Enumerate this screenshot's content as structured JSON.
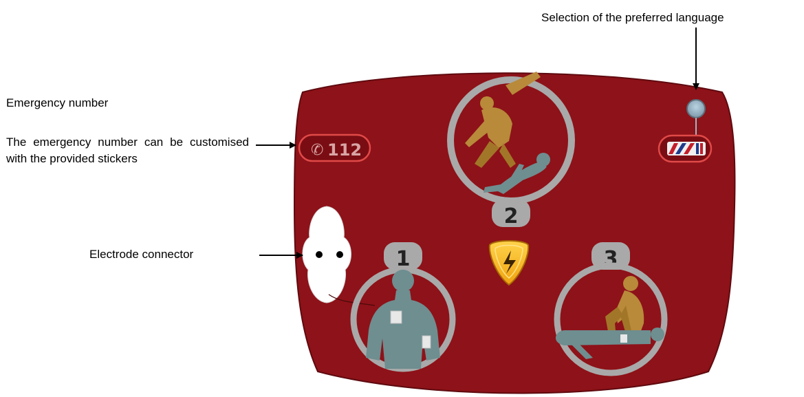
{
  "annotations": {
    "language": "Selection of the preferred language",
    "emergency_title": "Emergency number",
    "emergency_desc": "The emergency number can be customised with the provided stickers",
    "electrode": "Electrode connector"
  },
  "panel": {
    "emergency_number": "112",
    "steps": [
      {
        "number": "1",
        "name": "attach-electrodes"
      },
      {
        "number": "2",
        "name": "call-and-check-patient"
      },
      {
        "number": "3",
        "name": "cpr-compressions"
      }
    ],
    "colors": {
      "body": "#8e1219",
      "ring": "#a9a9a9",
      "shock_button": "#f5b21a",
      "figure": "#6e8e90",
      "rescuer": "#b88a3a"
    },
    "icons": {
      "phone": "phone-icon",
      "language_flags": "language-flags-icon",
      "shock": "shock-icon",
      "connector": "electrode-connector-icon"
    }
  }
}
